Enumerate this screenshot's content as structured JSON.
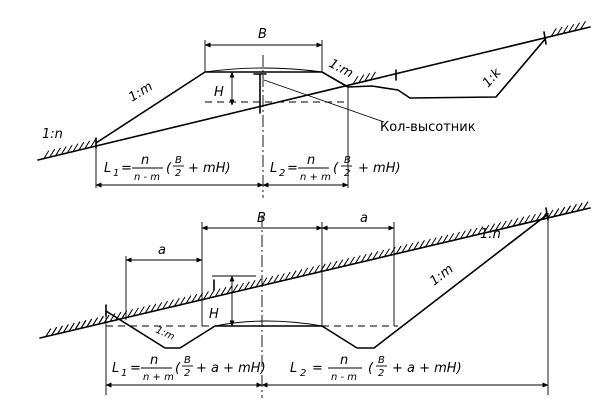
{
  "top": {
    "label_B": "B",
    "label_H": "H",
    "slope_left_fill": "1:m",
    "slope_right_fill": "1:m",
    "slope_ground": "1:n",
    "slope_k": "1:k",
    "stake_caption": "Кол-высотник",
    "L1": {
      "name": "L",
      "sub": "1",
      "num": "n",
      "den": "n - m",
      "tail": "+ mH)",
      "Bnum": "B",
      "Bden": "2"
    },
    "L2": {
      "name": "L",
      "sub": "2",
      "num": "n",
      "den": "n + m",
      "tail": "+ mH)",
      "Bnum": "B",
      "Bden": "2"
    }
  },
  "bottom": {
    "label_B": "B",
    "label_H": "H",
    "label_a_left": "a",
    "label_a_right": "a",
    "slope_ground": "1:n",
    "slope_cut_right": "1:m",
    "slope_cut_left": "1:m",
    "L1": {
      "name": "L",
      "sub": "1",
      "num": "n",
      "den": "n + m",
      "tail": "+ a + mH)",
      "Bnum": "B",
      "Bden": "2"
    },
    "L2": {
      "name": "L",
      "sub": "2",
      "num": "n",
      "den": "n - m",
      "tail": "+ a + mH)",
      "Bnum": "B",
      "Bden": "2"
    }
  }
}
